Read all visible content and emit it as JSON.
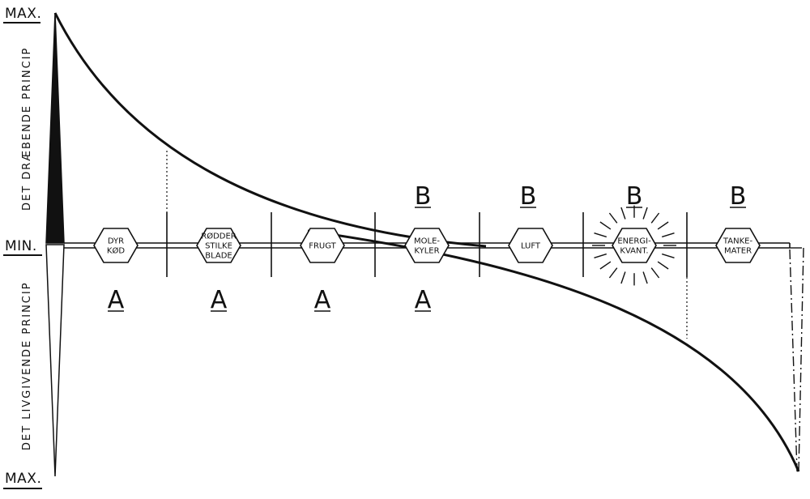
{
  "axis": {
    "top_label": "MAX.",
    "mid_label": "MIN.",
    "bottom_label": "MAX."
  },
  "side_labels": {
    "upper": "DET DRÆBENDE PRINCIP",
    "lower": "DET LIVGIVENDE PRINCIP"
  },
  "stages": [
    {
      "lines": [
        "DYR",
        "KØD"
      ],
      "group": "A",
      "radiant": false
    },
    {
      "lines": [
        "RØDDER",
        "STILKE",
        "BLADE"
      ],
      "group": "A",
      "radiant": false
    },
    {
      "lines": [
        "FRUGT"
      ],
      "group": "A",
      "radiant": false
    },
    {
      "lines": [
        "MOLE-",
        "KYLER"
      ],
      "group": "A",
      "radiant": false
    },
    {
      "lines": [
        "LUFT"
      ],
      "group": "B",
      "radiant": false
    },
    {
      "lines": [
        "ENERGI-",
        "KVANT."
      ],
      "group": "B",
      "radiant": true
    },
    {
      "lines": [
        "TANKE-",
        "MATER"
      ],
      "group": "B",
      "radiant": false
    }
  ],
  "group_letters": [
    "A",
    "A",
    "A",
    "A",
    "B",
    "B",
    "B",
    "B"
  ],
  "colors": {
    "ink": "#111111",
    "paper": "#ffffff"
  }
}
